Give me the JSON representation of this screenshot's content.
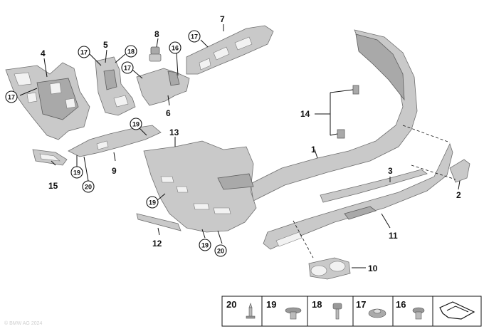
{
  "labels": {
    "p1": "1",
    "p2": "2",
    "p3": "3",
    "p4": "4",
    "p5": "5",
    "p6": "6",
    "p7": "7",
    "p8": "8",
    "p9": "9",
    "p10": "10",
    "p11": "11",
    "p12": "12",
    "p13": "13",
    "p14": "14",
    "p15": "15",
    "c16": "16",
    "c17a": "17",
    "c17b": "17",
    "c17c": "17",
    "c17d": "17",
    "c18": "18",
    "c19a": "19",
    "c19b": "19",
    "c19c": "19",
    "c19d": "19",
    "c20a": "20",
    "c20b": "20"
  },
  "legend": {
    "items": [
      "20",
      "19",
      "18",
      "17",
      "16"
    ]
  },
  "watermark": "© BMW AG 2024"
}
